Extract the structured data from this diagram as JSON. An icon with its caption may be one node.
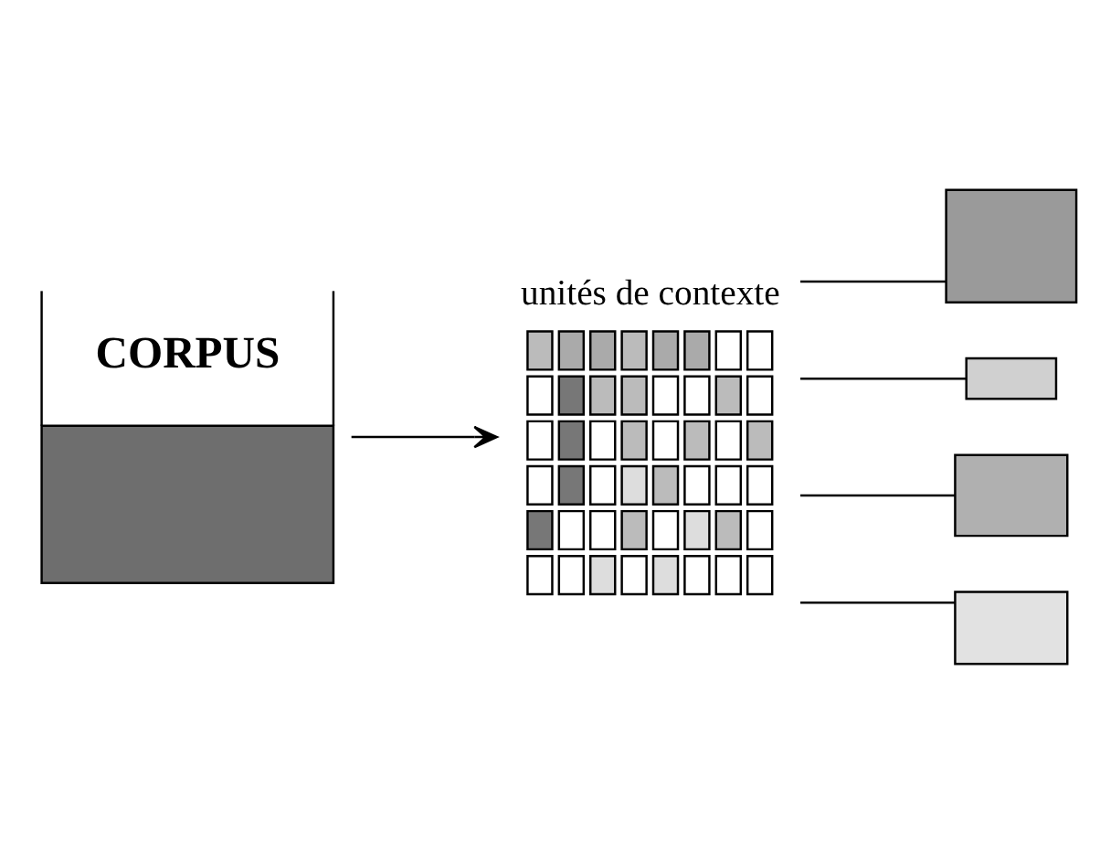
{
  "diagram": {
    "nodes": [
      {
        "text": [
          "CORPUS"
        ]
      },
      {
        "text": [
          "unités de contexte"
        ]
      },
      {
        "text": [],
        "shape": "box"
      },
      {
        "text": [],
        "shape": "box"
      },
      {
        "text": [],
        "shape": "box"
      },
      {
        "text": [],
        "shape": "box"
      }
    ],
    "edges": [
      {
        "from": 0,
        "to": 1,
        "arrow": "to"
      },
      {
        "from": 1,
        "to": 2,
        "arrow": "none"
      },
      {
        "from": 1,
        "to": 3,
        "arrow": "none"
      },
      {
        "from": 1,
        "to": 4,
        "arrow": "none"
      },
      {
        "from": 1,
        "to": 5,
        "arrow": "none"
      }
    ]
  }
}
